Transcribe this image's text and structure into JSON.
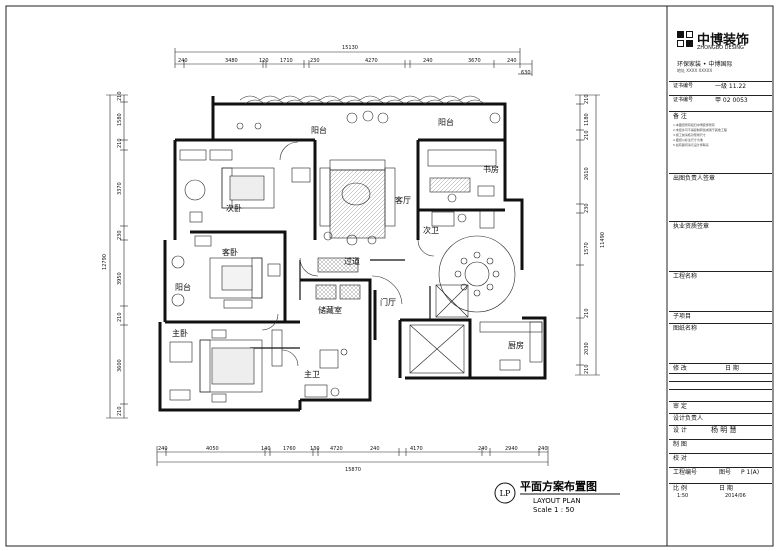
{
  "drawing": {
    "title": "平面方案布置图",
    "subtitle": "LAYOUT PLAN",
    "scale": "Scale  1 : 50",
    "badge": "LP"
  },
  "rooms": {
    "balcony_left_top": "阳台",
    "balcony_right_top": "阳台",
    "study": "书房",
    "second_bedroom": "次卧",
    "living_room": "客厅",
    "guest_bedroom": "客卧",
    "corridor": "过道",
    "second_bath": "次卫",
    "balcony_left": "阳台",
    "storage": "储藏室",
    "foyer": "门厅",
    "master_bedroom": "主卧",
    "master_bath": "主卫",
    "kitchen": "厨房"
  },
  "dimensions": {
    "top_total": "15130",
    "top": [
      "240",
      "3480",
      "120",
      "1710",
      "230",
      "4270",
      "240",
      "3670",
      "240"
    ],
    "top_extra": "630",
    "bottom_total": "15870",
    "bottom": [
      "240",
      "4050",
      "140",
      "1760",
      "130",
      "4720",
      "240",
      "4170",
      "240",
      "2940",
      "240"
    ],
    "left_total": "12790",
    "left": [
      "210",
      "1580",
      "210",
      "3370",
      "230",
      "3950",
      "210",
      "3600",
      "210"
    ],
    "right_total": "11490",
    "right": [
      "210",
      "1180",
      "210",
      "2610",
      "230",
      "1570",
      "210",
      "2030",
      "210"
    ]
  },
  "title_block": {
    "company_cn": "中博装饰",
    "company_en": "ZHONGBO DESING",
    "slogan": "环保家装 • 中博国际",
    "contact": "地址 XXXX XXXXX",
    "cert_label": "证书编号",
    "cert_value": "一级 11.22",
    "cert2_label": "证书编号",
    "cert2_value": "甲 02 0053",
    "notes_label": "备  注",
    "notes_lines": [
      "1.本图纸所有权归中博装饰所有",
      "2.未经许可不得复制转载或用于其他工程",
      "3.施工前请核对现场尺寸",
      "4.图纸以标注尺寸为准",
      "5.如有疑问请与设计师联系"
    ],
    "designer_unit_label": "出图负责人签章",
    "exec_unit_label": "执业资质签章",
    "project_label": "工程名称",
    "subproject_label": "子项目",
    "drawing_name_label": "图纸名称",
    "rev_label": "修 改",
    "date_label": "日 期",
    "approve_label": "审 定",
    "design_lead_label": "设计负责人",
    "design_label": "设 计",
    "designer_name": "杨 明 慧",
    "draw_label": "制 图",
    "check_label": "校 对",
    "project_no_label": "工程编号",
    "drawing_no_label": "图号",
    "drawing_no_value": "P 1(A)",
    "scale_label": "比 例",
    "scale_value": "1:50",
    "date2_label": "日 期",
    "date2_value": "2014/06"
  }
}
